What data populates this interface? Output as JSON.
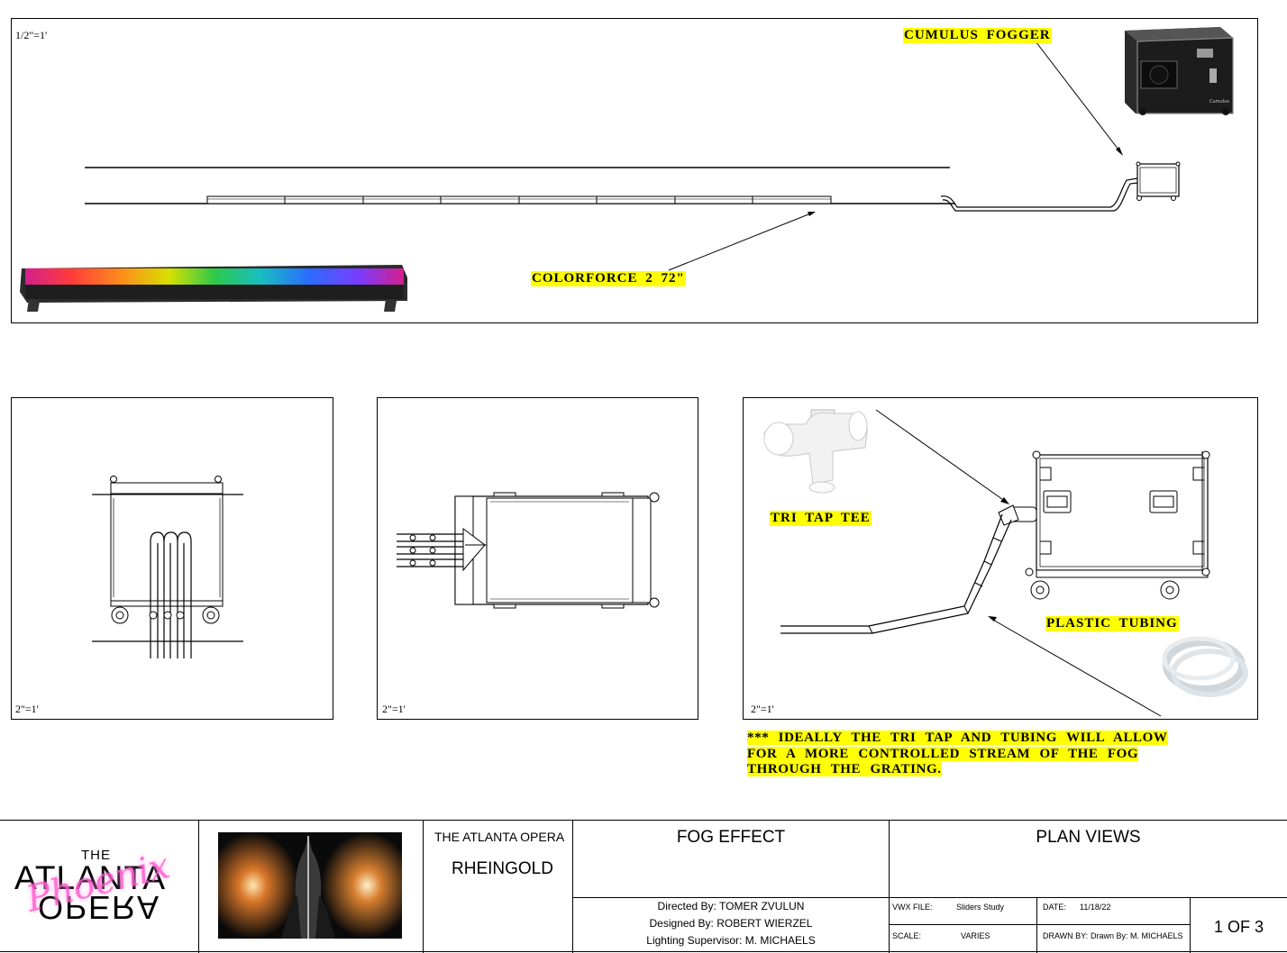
{
  "top_panel": {
    "scale": "1/2\"=1'",
    "fogger_label": "CUMULUS FOGGER",
    "colorforce_label": "COLORFORCE 2 72\""
  },
  "panel_left": {
    "scale": "2\"=1'"
  },
  "panel_mid": {
    "scale": "2\"=1'"
  },
  "panel_right": {
    "scale": "2\"=1'",
    "tee_label": "TRI TAP TEE",
    "tubing_label": "PLASTIC TUBING"
  },
  "note": {
    "line1": "*** IDEALLY THE TRI TAP AND TUBING WILL ALLOW",
    "line2": "FOR A MORE CONTROLLED STREAM OF THE FOG",
    "line3": "THROUGH THE GRATING."
  },
  "title_block": {
    "logo": {
      "the": "THE",
      "atlanta": "ATLANTA",
      "opera": "OPERA",
      "script": "Phoenix"
    },
    "company": "THE ATLANTA OPERA",
    "production": "RHEINGOLD",
    "sheet_title": "FOG EFFECT",
    "view_title": "PLAN VIEWS",
    "directed_by": "Directed By: TOMER ZVULUN",
    "designed_by": "Designed By: ROBERT WIERZEL",
    "lighting_supervisor": "Lighting Supervisor: M. MICHAELS",
    "vwx_label": "VWX FILE:",
    "vwx_value": "Sliders Study",
    "date_label": "DATE:",
    "date_value": "11/18/22",
    "scale_label": "SCALE:",
    "scale_value": "VARIES",
    "drawn_label": "DRAWN BY:",
    "drawn_value": "Drawn By: M. MICHAELS",
    "sheet_number": "1 OF 3"
  }
}
